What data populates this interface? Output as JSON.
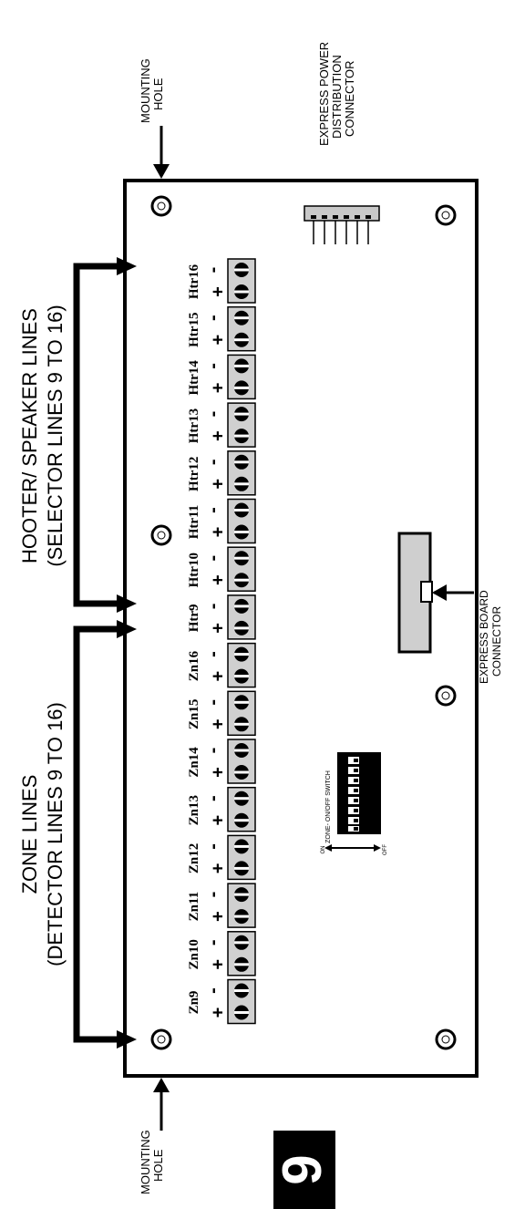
{
  "labels": {
    "mounting_hole_top": "MOUNTING\nHOLE",
    "mounting_hole_bottom": "MOUNTING\nHOLE",
    "power_connector": "EXPRESS POWER\nDISTRIBUTION\nCONNECTOR",
    "hooter_title": "HOOTER/ SPEAKER LINES",
    "hooter_subtitle": "(SELECTOR LINES 9 TO 16)",
    "zone_title": "ZONE LINES",
    "zone_subtitle": "(DETECTOR LINES 9 TO 16)",
    "express_board_connector": "EXPRESS BOARD\nCONNECTOR",
    "switch_title": "ZONE- ON/OFF SWITCH",
    "switch_on": "ON",
    "switch_off": "OFF",
    "page_number": "9"
  },
  "terminals": [
    "Htr16",
    "Htr15",
    "Htr14",
    "Htr13",
    "Htr12",
    "Htr11",
    "Htr10",
    "Htr9",
    "Zn16",
    "Zn15",
    "Zn14",
    "Zn13",
    "Zn12",
    "Zn11",
    "Zn10",
    "Zn9"
  ],
  "polarity": {
    "minus": "-",
    "plus": "+"
  },
  "colors": {
    "board": "#000000",
    "terminal": "#d0d0d0",
    "connector": "#c8c8c8"
  }
}
